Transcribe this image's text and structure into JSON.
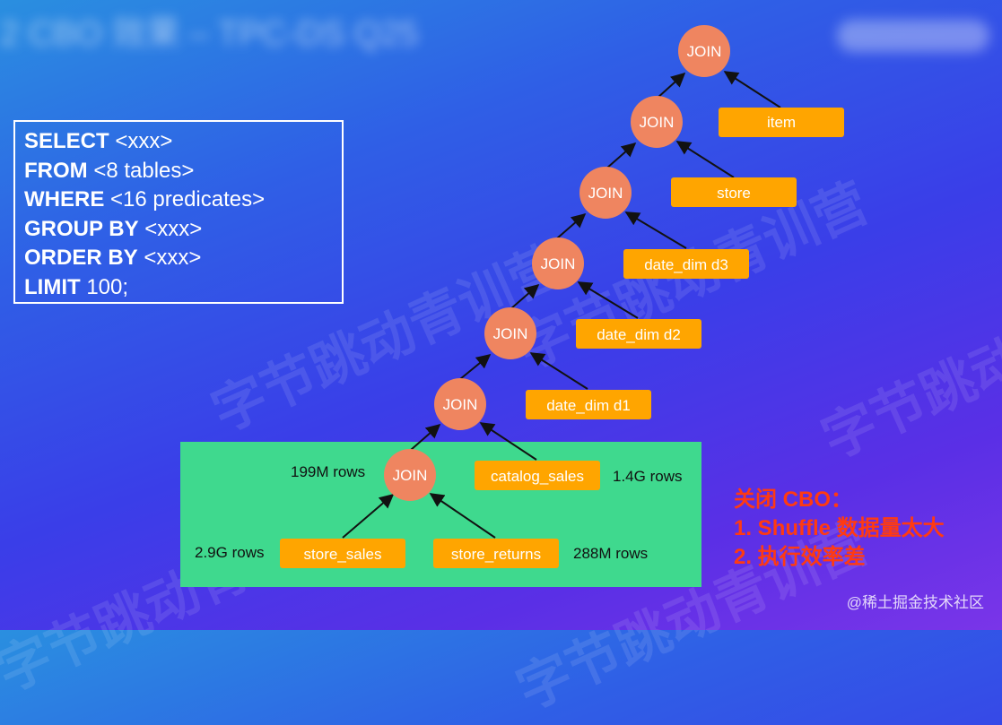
{
  "slide": {
    "title": "2 CBO 效果 – TPC-DS Q25",
    "watermark_text": "字节跳动青训营",
    "footer_watermark": "@稀土掘金技术社区"
  },
  "sql": [
    {
      "keyword": "SELECT",
      "rest": " <xxx>"
    },
    {
      "keyword": "FROM",
      "rest": " <8 tables>"
    },
    {
      "keyword": "WHERE",
      "rest": " <16 predicates>"
    },
    {
      "keyword": "GROUP BY",
      "rest": " <xxx>"
    },
    {
      "keyword": "ORDER BY",
      "rest": " <xxx>"
    },
    {
      "keyword": "LIMIT",
      "rest": " 100;"
    }
  ],
  "diagram": {
    "join_label": "JOIN",
    "tables": {
      "item": "item",
      "store": "store",
      "date_dim_d3": "date_dim d3",
      "date_dim_d2": "date_dim d2",
      "date_dim_d1": "date_dim d1",
      "catalog_sales": "catalog_sales",
      "store_sales": "store_sales",
      "store_returns": "store_returns"
    },
    "row_counts": {
      "join1": "199M rows",
      "catalog_sales": "1.4G rows",
      "store_sales": "2.9G rows",
      "store_returns": "288M rows"
    },
    "colors": {
      "join_node": "#ef8560",
      "table_node": "#ffa500",
      "highlight_panel": "#3fd98e",
      "note_text": "#ff3a12"
    }
  },
  "note": {
    "line1": "关闭 CBO：",
    "line2": "1. Shuffle 数据量太大",
    "line3": "2. 执行效率差"
  }
}
